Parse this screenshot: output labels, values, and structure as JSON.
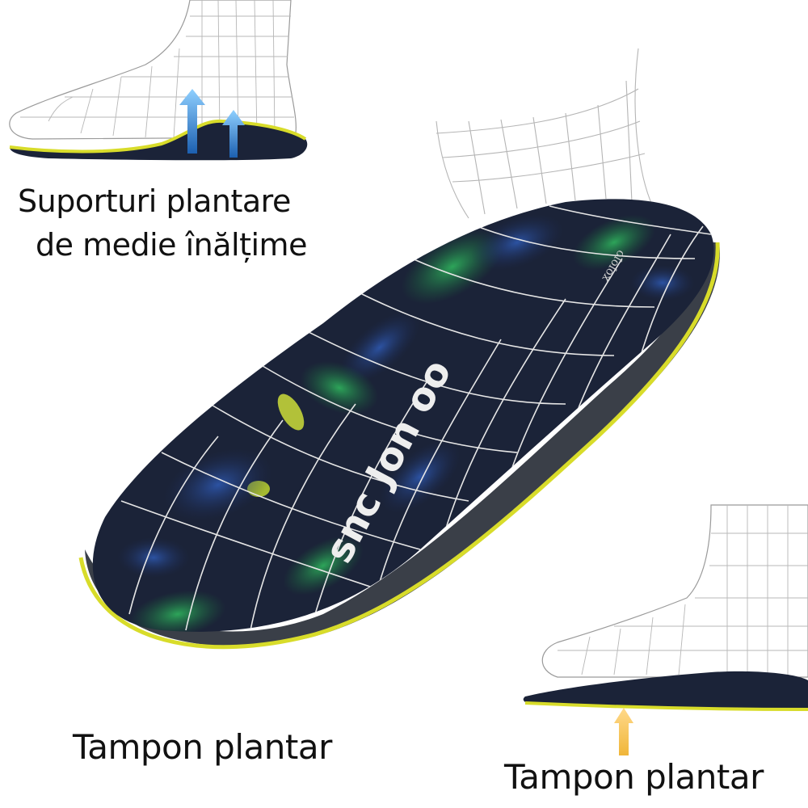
{
  "labels": {
    "top_line1": "Suporturi plantare",
    "top_line2": "de medie înălțime",
    "bottom_left": "Tampon plantar",
    "bottom_right": "Tampon plantar"
  },
  "insole": {
    "brand_text": "snc Jon oo",
    "size_print": "xololo"
  },
  "colors": {
    "insole_base": "#1b2338",
    "insole_edge": "#d8dc2a",
    "insole_side": "#3a3f48",
    "leaf_green": "#1f8a4c",
    "leaf_blue": "#27478e",
    "arrow_blue": "#3d8fdc",
    "arrow_orange": "#f0b63a",
    "wireframe": "#9a9a9a"
  }
}
